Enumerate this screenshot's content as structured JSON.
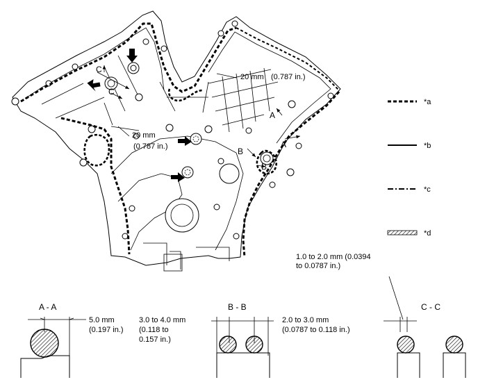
{
  "dimensions": {
    "upper_right": {
      "value": "20 mm",
      "unit": "(0.787 in.)"
    },
    "left_middle": {
      "value": "20 mm",
      "unit": "(0.787 in.)"
    },
    "c_section_line1": "1.0 to 2.0 mm (0.0394",
    "c_section_line2": "to 0.0787 in.)"
  },
  "view_markers": {
    "a": "A",
    "b": "B",
    "c": "C"
  },
  "legend": {
    "items": [
      {
        "label": "*a",
        "style": "dashed"
      },
      {
        "label": "*b",
        "style": "solid"
      },
      {
        "label": "*c",
        "style": "dash-dot"
      },
      {
        "label": "*d",
        "style": "hatched"
      }
    ]
  },
  "sections": {
    "aa": {
      "title": "A - A",
      "dim1": "5.0 mm",
      "dim2": "(0.197 in.)"
    },
    "bb": {
      "title": "B - B",
      "left_dim": [
        "3.0 to 4.0 mm",
        "(0.118 to",
        "0.157 in.)"
      ],
      "right_dim": [
        "2.0 to 3.0 mm",
        "(0.0787 to 0.118 in.)"
      ]
    },
    "cc": {
      "title": "C - C"
    }
  },
  "colors": {
    "line": "#000000",
    "background": "#ffffff"
  }
}
